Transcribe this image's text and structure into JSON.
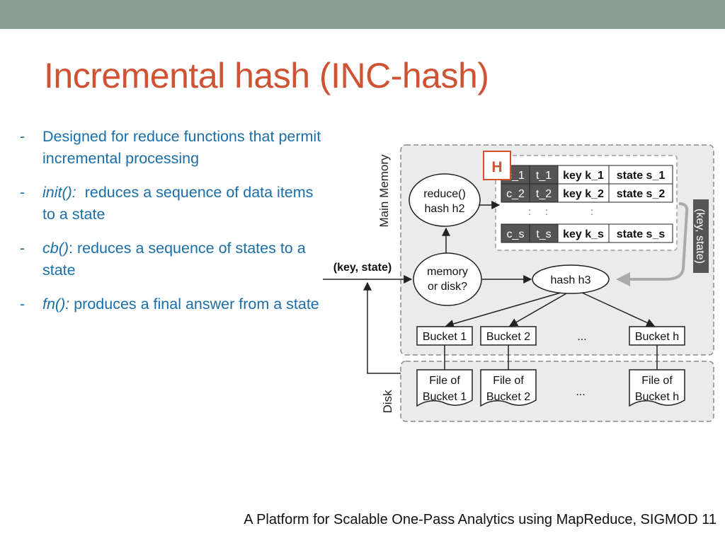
{
  "slide": {
    "title": "Incremental hash (INC-hash)",
    "bullets": [
      {
        "dash": "-",
        "term": "",
        "text": "Designed for reduce functions that permit incremental processing"
      },
      {
        "dash": "-",
        "term": "init():",
        "text": "  reduces a sequence of data items to a state"
      },
      {
        "dash": "-",
        "term": "cb()",
        "text": ": reduces a sequence of states to a state"
      },
      {
        "dash": "-",
        "term": "fn():",
        "text": " produces a final answer from a state"
      }
    ],
    "footer": "A Platform for Scalable One-Pass Analytics using MapReduce, SIGMOD 11"
  },
  "diagram": {
    "main_memory_label": "Main Memory",
    "disk_label": "Disk",
    "input_label": "(key, state)",
    "table_label": "H",
    "side_label": "(key, state)",
    "reduce_node": [
      "reduce()",
      "hash h2"
    ],
    "decision_node": [
      "memory",
      "or disk?"
    ],
    "hash_node": "hash h3",
    "table_rows": [
      [
        "c_1",
        "t_1",
        "key k_1",
        "state s_1"
      ],
      [
        "c_2",
        "t_2",
        "key k_2",
        "state s_2"
      ],
      [
        "c_s",
        "t_s",
        "key k_s",
        "state s_s"
      ]
    ],
    "table_ellipsis": [
      ":",
      ":",
      ":"
    ],
    "buckets": [
      "Bucket 1",
      "Bucket 2",
      "Bucket h"
    ],
    "bucket_ellipsis": "...",
    "files": [
      [
        "File of",
        "Bucket 1"
      ],
      [
        "File of",
        "Bucket 2"
      ],
      [
        "File of",
        "Bucket h"
      ]
    ],
    "file_ellipsis": "...",
    "colors": {
      "title": "#cf5233",
      "bullet_text": "#1a6ea8",
      "top_bar": "#8c9d94",
      "memory_bg": "#ebebeb",
      "table_dark": "#555555",
      "highlight_box": "#cf5233"
    }
  }
}
